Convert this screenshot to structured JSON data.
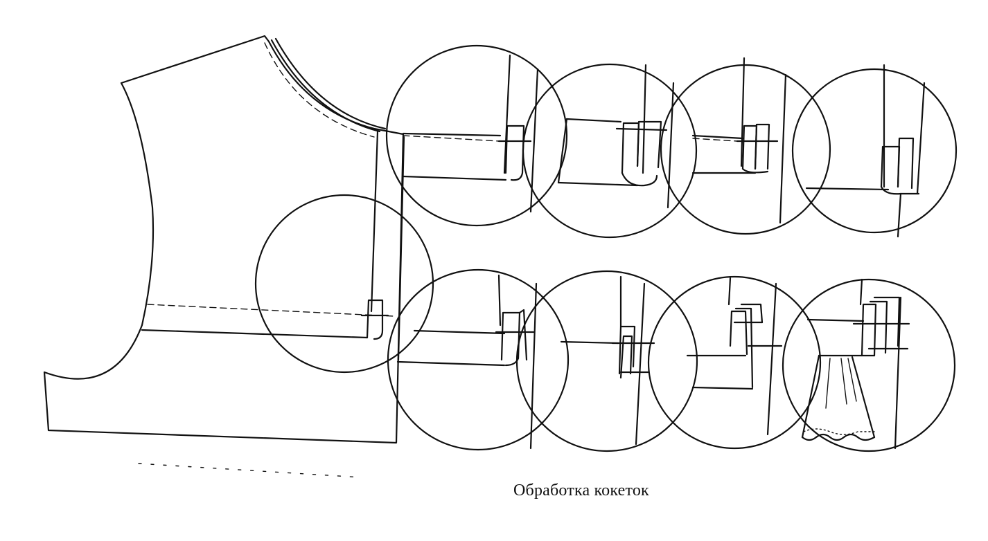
{
  "diagram": {
    "caption": "Обработка кокеток",
    "line_color": "#111111",
    "background": "#ffffff",
    "main_piece": "bodice-yoke-piece",
    "detail_views": {
      "top_row_count": 4,
      "bottom_row_count": 4,
      "overview_circle_count": 1
    }
  }
}
